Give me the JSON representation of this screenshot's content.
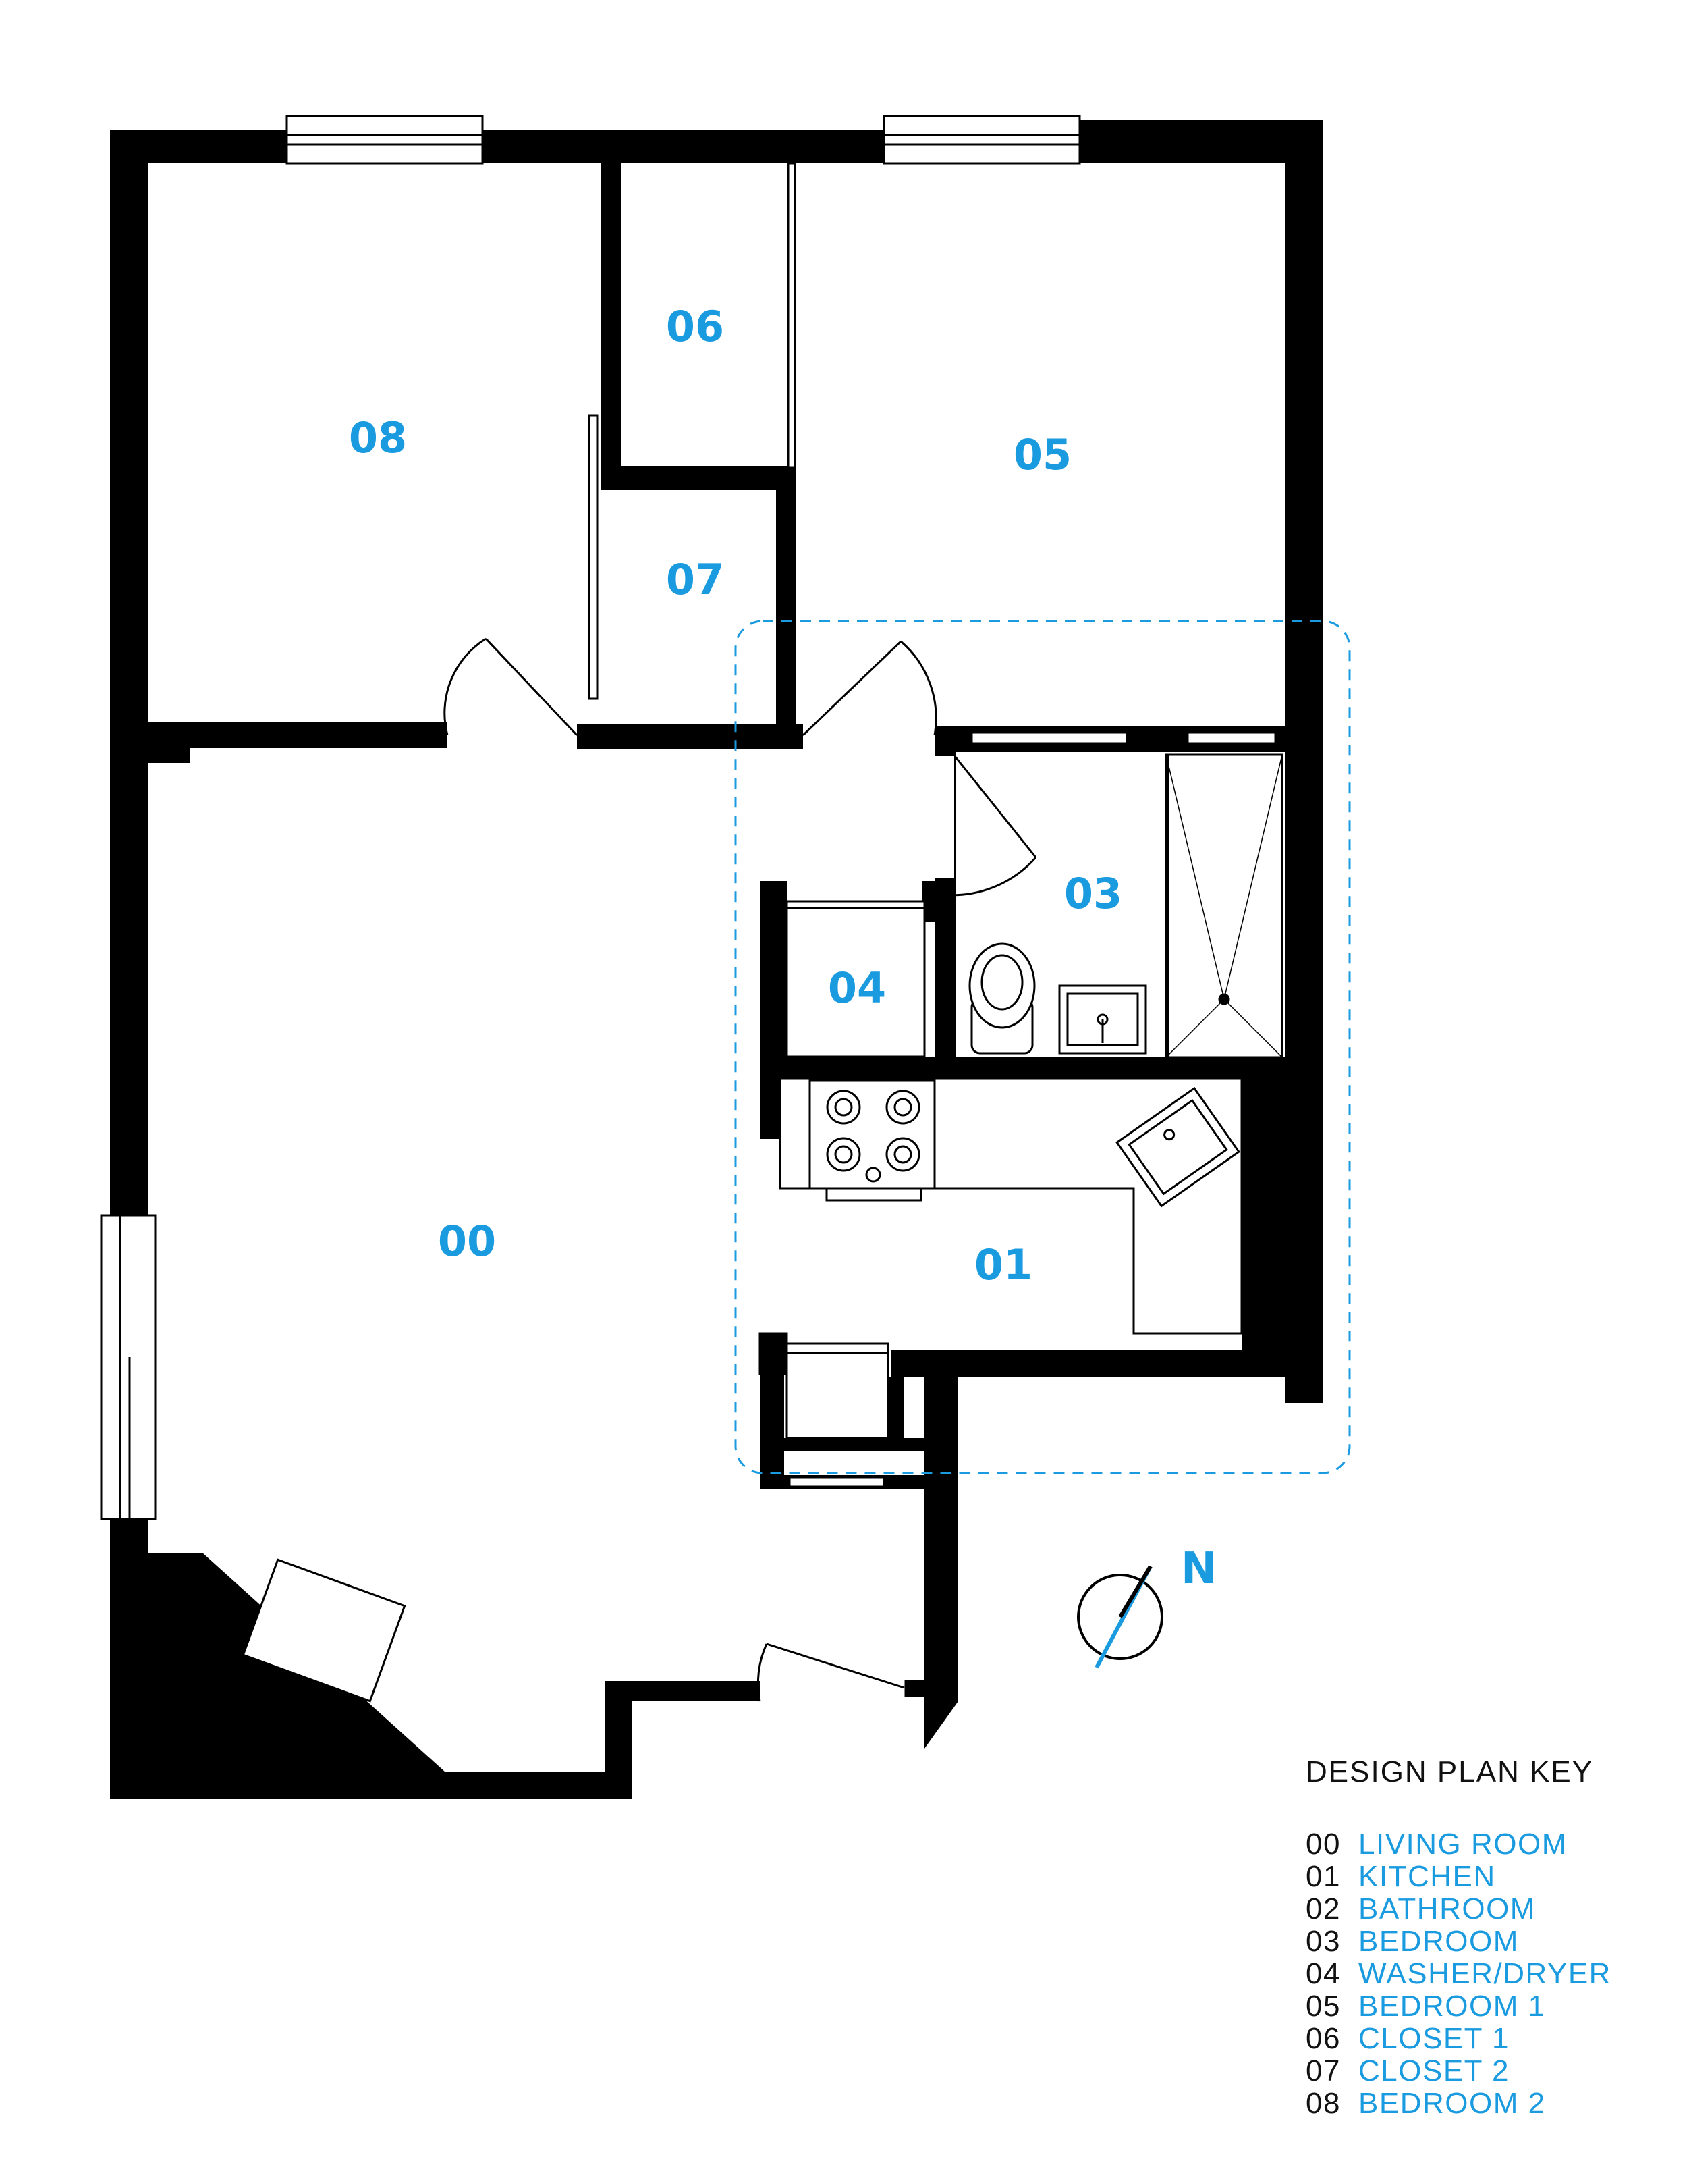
{
  "colors": {
    "wall": "#000000",
    "accent": "#1a9be0",
    "text": "#111111",
    "background": "#ffffff"
  },
  "rooms": [
    {
      "code": "08"
    },
    {
      "code": "06"
    },
    {
      "code": "05"
    },
    {
      "code": "07"
    },
    {
      "code": "03"
    },
    {
      "code": "04"
    },
    {
      "code": "00"
    },
    {
      "code": "01"
    }
  ],
  "compass": {
    "label": "N",
    "icon": "north-arrow-icon"
  },
  "key": {
    "title": "DESIGN PLAN KEY",
    "items": [
      {
        "code": "00",
        "name": "LIVING ROOM"
      },
      {
        "code": "01",
        "name": "KITCHEN"
      },
      {
        "code": "02",
        "name": "BATHROOM"
      },
      {
        "code": "03",
        "name": "BEDROOM"
      },
      {
        "code": "04",
        "name": "WASHER/DRYER"
      },
      {
        "code": "05",
        "name": "BEDROOM 1"
      },
      {
        "code": "06",
        "name": "CLOSET 1"
      },
      {
        "code": "07",
        "name": "CLOSET 2"
      },
      {
        "code": "08",
        "name": "BEDROOM 2"
      }
    ]
  }
}
